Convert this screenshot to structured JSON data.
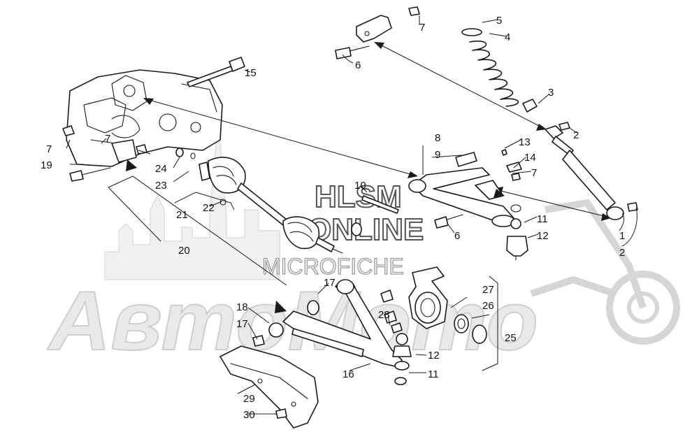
{
  "watermark": {
    "brand": "АвтоМото",
    "line1": "HLSM",
    "line2": "ONLINE",
    "line3": "MICROFICHE"
  },
  "callouts": [
    {
      "id": "c1",
      "text": "1"
    },
    {
      "id": "c2a",
      "text": "2"
    },
    {
      "id": "c2b",
      "text": "2"
    },
    {
      "id": "c3",
      "text": "3"
    },
    {
      "id": "c4",
      "text": "4"
    },
    {
      "id": "c5",
      "text": "5"
    },
    {
      "id": "c6a",
      "text": "6"
    },
    {
      "id": "c6b",
      "text": "6"
    },
    {
      "id": "c7a",
      "text": "7"
    },
    {
      "id": "c7b",
      "text": "7"
    },
    {
      "id": "c7c",
      "text": "7"
    },
    {
      "id": "c7d",
      "text": "7"
    },
    {
      "id": "c8",
      "text": "8"
    },
    {
      "id": "c9",
      "text": "9"
    },
    {
      "id": "c10",
      "text": "10"
    },
    {
      "id": "c11a",
      "text": "11"
    },
    {
      "id": "c11b",
      "text": "11"
    },
    {
      "id": "c12a",
      "text": "12"
    },
    {
      "id": "c12b",
      "text": "12"
    },
    {
      "id": "c13",
      "text": "13"
    },
    {
      "id": "c14",
      "text": "14"
    },
    {
      "id": "c15",
      "text": "15"
    },
    {
      "id": "c16",
      "text": "16"
    },
    {
      "id": "c17a",
      "text": "17"
    },
    {
      "id": "c17b",
      "text": "17"
    },
    {
      "id": "c18",
      "text": "18"
    },
    {
      "id": "c19",
      "text": "19"
    },
    {
      "id": "c20",
      "text": "20"
    },
    {
      "id": "c21",
      "text": "21"
    },
    {
      "id": "c22",
      "text": "22"
    },
    {
      "id": "c23",
      "text": "23"
    },
    {
      "id": "c24",
      "text": "24"
    },
    {
      "id": "c25",
      "text": "25"
    },
    {
      "id": "c26",
      "text": "26"
    },
    {
      "id": "c27",
      "text": "27"
    },
    {
      "id": "c28",
      "text": "28"
    },
    {
      "id": "c29",
      "text": "29"
    },
    {
      "id": "c30",
      "text": "30"
    }
  ]
}
